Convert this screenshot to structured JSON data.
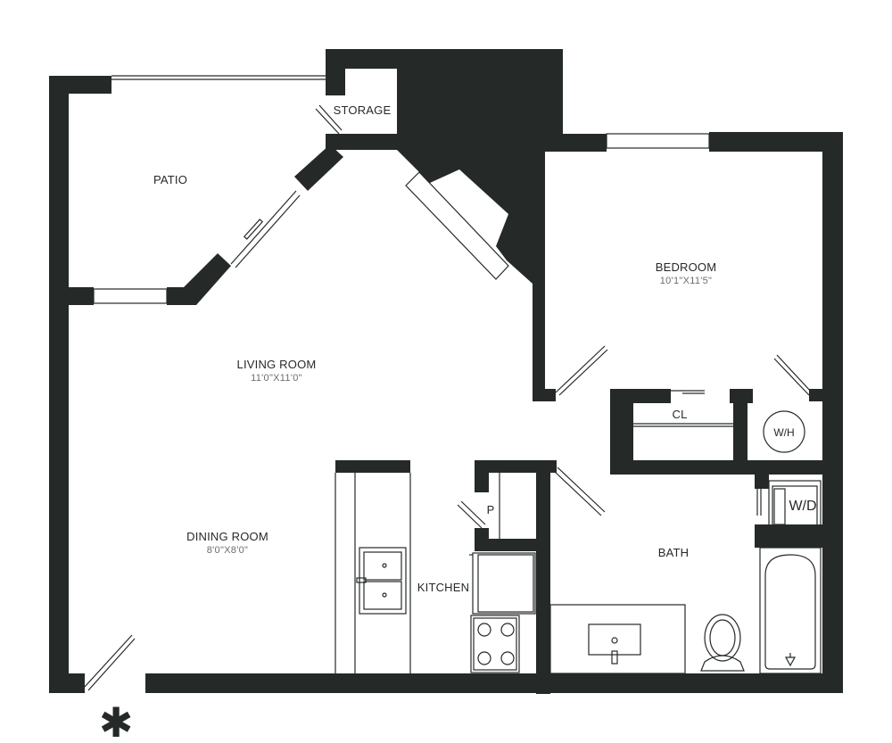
{
  "rooms": {
    "storage": {
      "name": "STORAGE"
    },
    "patio": {
      "name": "PATIO"
    },
    "bedroom": {
      "name": "BEDROOM",
      "size": "10'1\"X11'5\""
    },
    "living_room": {
      "name": "LIVING ROOM",
      "size": "11'0\"X11'0\""
    },
    "dining_room": {
      "name": "DINING ROOM",
      "size": "8'0\"X8'0\""
    },
    "kitchen": {
      "name": "KITCHEN"
    },
    "pantry": {
      "name": "P"
    },
    "closet": {
      "name": "CL"
    },
    "bath": {
      "name": "BATH"
    }
  },
  "appliances": {
    "water_heater": "W/H",
    "washer_dryer": "W/D"
  },
  "entry_marker": "✱",
  "colors": {
    "wall": "#252a28",
    "dimension_text": "#6b6e6d",
    "background": "#ffffff"
  }
}
